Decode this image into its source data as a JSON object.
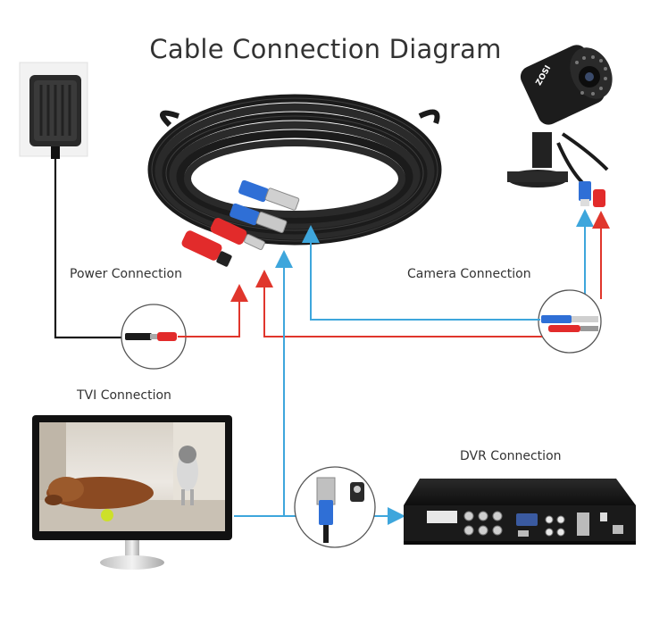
{
  "title": "Cable Connection Diagram",
  "labels": {
    "power": "Power Connection",
    "camera": "Camera Connection",
    "tvi": "TVI Connection",
    "dvr": "DVR Connection"
  },
  "camera_brand": "ZOSI",
  "colors": {
    "video_line": "#3ea6dc",
    "power_line": "#e0362c",
    "cable": "#1b1b1b",
    "bnc_blue": "#2f6fd6",
    "dc_red": "#e22b2b"
  }
}
